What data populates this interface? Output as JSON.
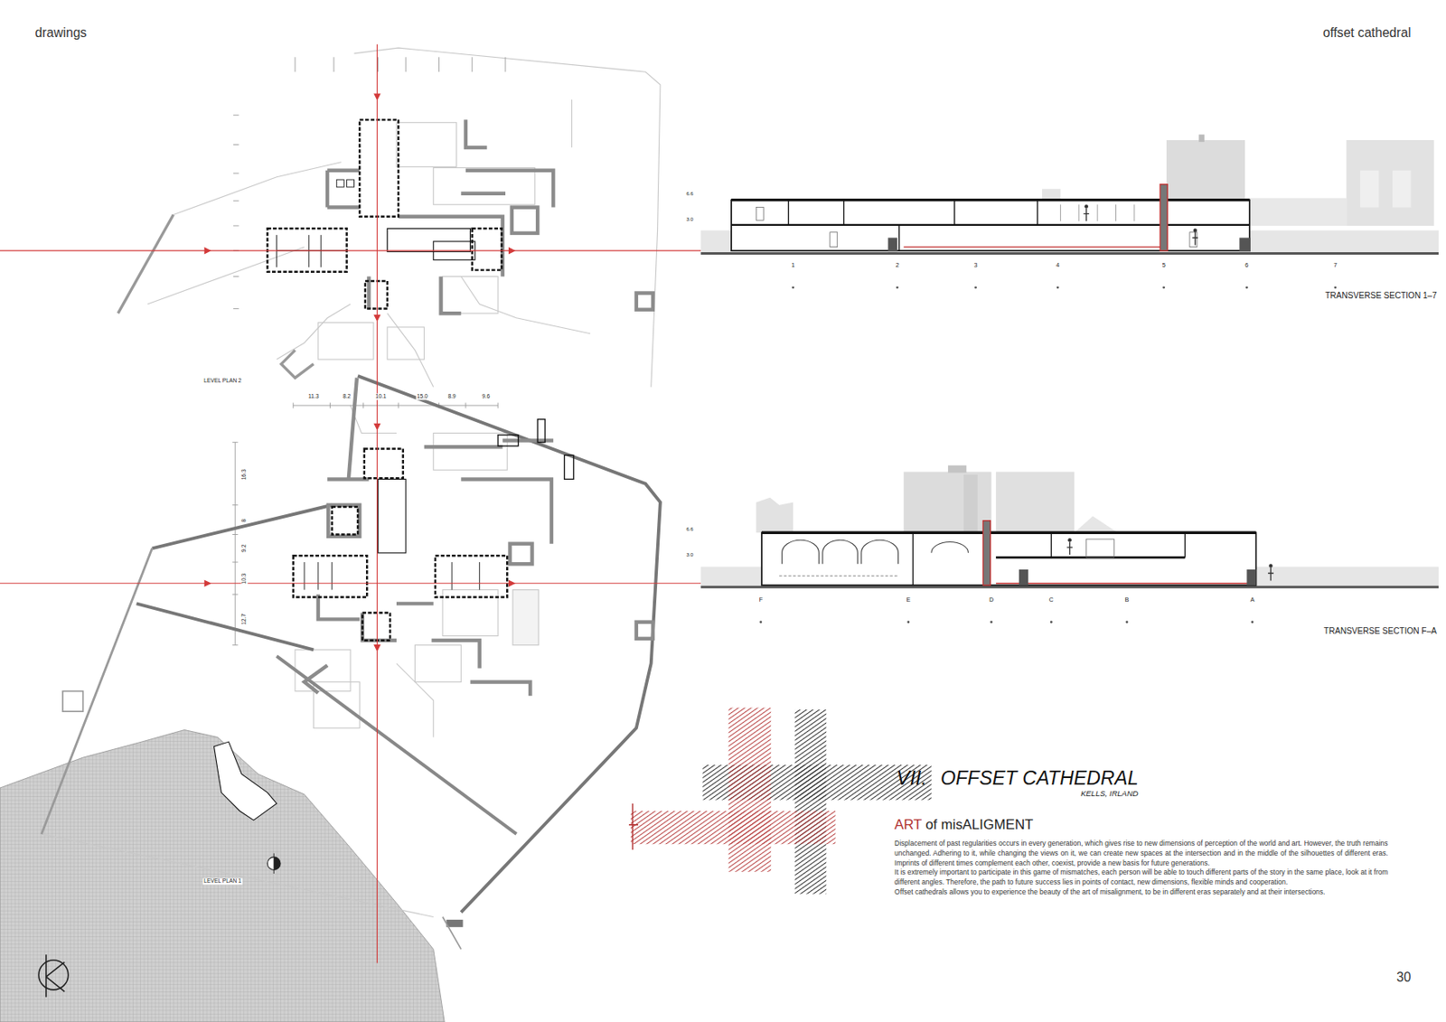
{
  "diagram": {
    "title": "OFFSET CATHEDRAL",
    "labels": [
      "drawings",
      "offset cathedral",
      "TRANSVERSE SECTION 1–7",
      "TRANSVERSE SECTION F–A",
      "LEVEL PLAN 2",
      "LEVEL PLAN 1",
      "11.3",
      "8.2",
      "10.1",
      "15.0",
      "8.9",
      "9.6",
      "16.3",
      "8",
      "9.2",
      "10.3",
      "12.7",
      "6.6",
      "3.0",
      "6.6",
      "3.0",
      "1",
      "2",
      "3",
      "4",
      "5",
      "6",
      "7",
      "F",
      "E",
      "D",
      "C",
      "B",
      "A",
      "VII.",
      "KELLS, IRLAND",
      "ART",
      "of misALIGMENT",
      "Displacement of past regularities occurs in every generation, which gives rise to new dimensions of perception of the world and art. However, the truth remains unchanged. Adhering to it, while changing the views on it, we can create new spaces at the intersection and in the middle of the silhouettes of different eras. Imprints of different times complement each other, coexist, provide a new basis for future generations.",
      "It is extremely important to participate in this game of mismatches, each person will be able to touch different parts of the story in the same place, look at it from different angles. Therefore, the path to future success lies in points of contact, new dimensions, flexible minds and cooperation.",
      "Offset cathedrals allows you to experience the beauty of the art of misalignment, to be in different eras separately and at their intersections.",
      "30"
    ]
  }
}
